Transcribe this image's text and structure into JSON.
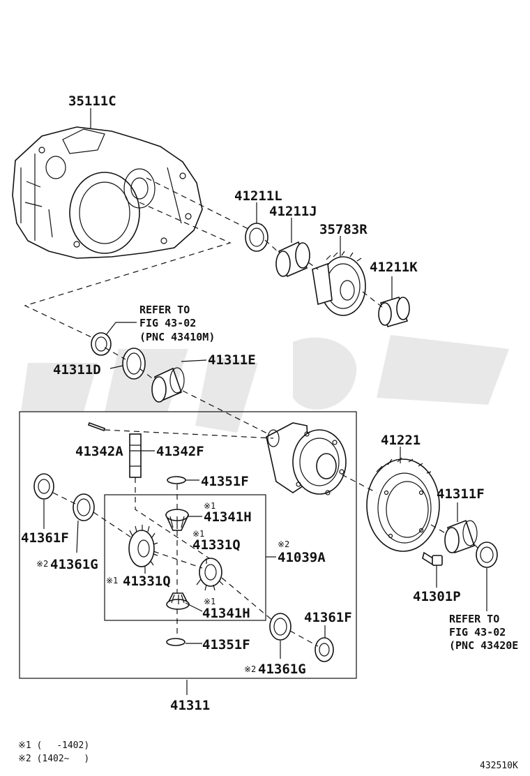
{
  "labels": {
    "p35111C": "35111C",
    "p41211L": "41211L",
    "p41211J": "41211J",
    "p35783R": "35783R",
    "p41211K": "41211K",
    "ref1_line1": "REFER TO",
    "ref1_line2": "FIG 43-02",
    "ref1_line3": "(PNC 43410M)",
    "p41311D": "41311D",
    "p41311E": "41311E",
    "p41342A": "41342A",
    "p41342F": "41342F",
    "p41221": "41221",
    "p41351F_top": "41351F",
    "p41311F": "41311F",
    "p41341H_top": "41341H",
    "p41361F_left": "41361F",
    "p41331Q_top": "41331Q",
    "p41039A": "41039A",
    "p41361G_left": "41361G",
    "p41331Q_left": "41331Q",
    "p41301P": "41301P",
    "p41341H_bottom": "41341H",
    "p41361F_right": "41361F",
    "p41351F_bottom": "41351F",
    "p41361G_right": "41361G",
    "ref2_line1": "REFER TO",
    "ref2_line2": "FIG 43-02",
    "ref2_line3": "(PNC 43420E",
    "p41311": "41311",
    "mark_x1": "※1",
    "mark_x2": "※2",
    "footnote1": "※1 (　 -1402)",
    "footnote2": "※2 (1402~　 )",
    "figure_code": "432510K"
  }
}
